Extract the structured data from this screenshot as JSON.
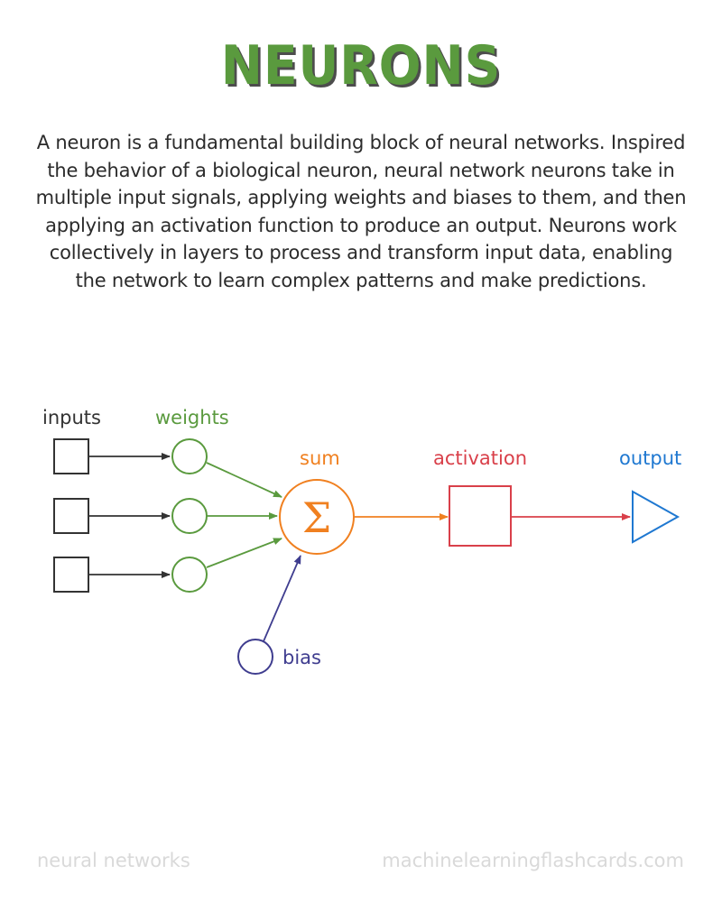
{
  "title": "NEURONS",
  "description": {
    "lines": [
      "A neuron is a fundamental building block of neural networks. Inspired",
      "the behavior of a biological neuron, neural network neurons take in",
      "multiple input signals, applying weights and biases to them, and then",
      "applying an activation function to produce an output. Neurons work",
      "collectively in layers to process and transform input data, enabling",
      "the network to learn complex patterns and make predictions."
    ]
  },
  "diagram": {
    "labels": {
      "inputs": "inputs",
      "weights": "weights",
      "sum": "sum",
      "sum_symbol": "Σ",
      "activation": "activation",
      "output": "output",
      "bias": "bias"
    },
    "input_count": 3,
    "weight_count": 3,
    "colors": {
      "inputs": "#333333",
      "weights": "#5a9a3e",
      "sum": "#f08020",
      "activation": "#d9404a",
      "output": "#1f78d1",
      "bias": "#3f3d8f"
    }
  },
  "footer": {
    "left": "neural networks",
    "right": "machinelearningflashcards.com"
  },
  "colors": {
    "title": "#5a9a3e",
    "title_shadow": "#4d4d4d",
    "text": "#2b2b2b",
    "footer": "#d9d9d9"
  }
}
